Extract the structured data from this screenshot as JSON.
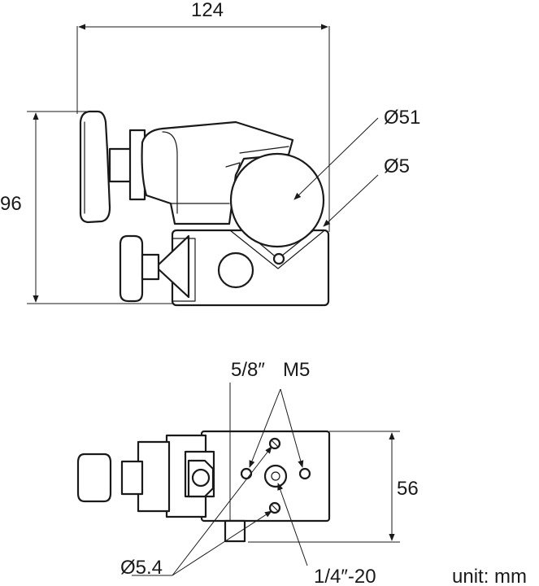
{
  "side_view": {
    "width_label": "124",
    "height_label": "96",
    "diameter_large_label": "Ø51",
    "diameter_small_label": "Ø5"
  },
  "bottom_view": {
    "thread_58_label": "5/8″",
    "thread_m5_label": "M5",
    "depth_label": "56",
    "hole_diameter_label": "Ø5.4",
    "thread_14_label": "1/4″-20"
  },
  "unit_label": "unit: mm"
}
